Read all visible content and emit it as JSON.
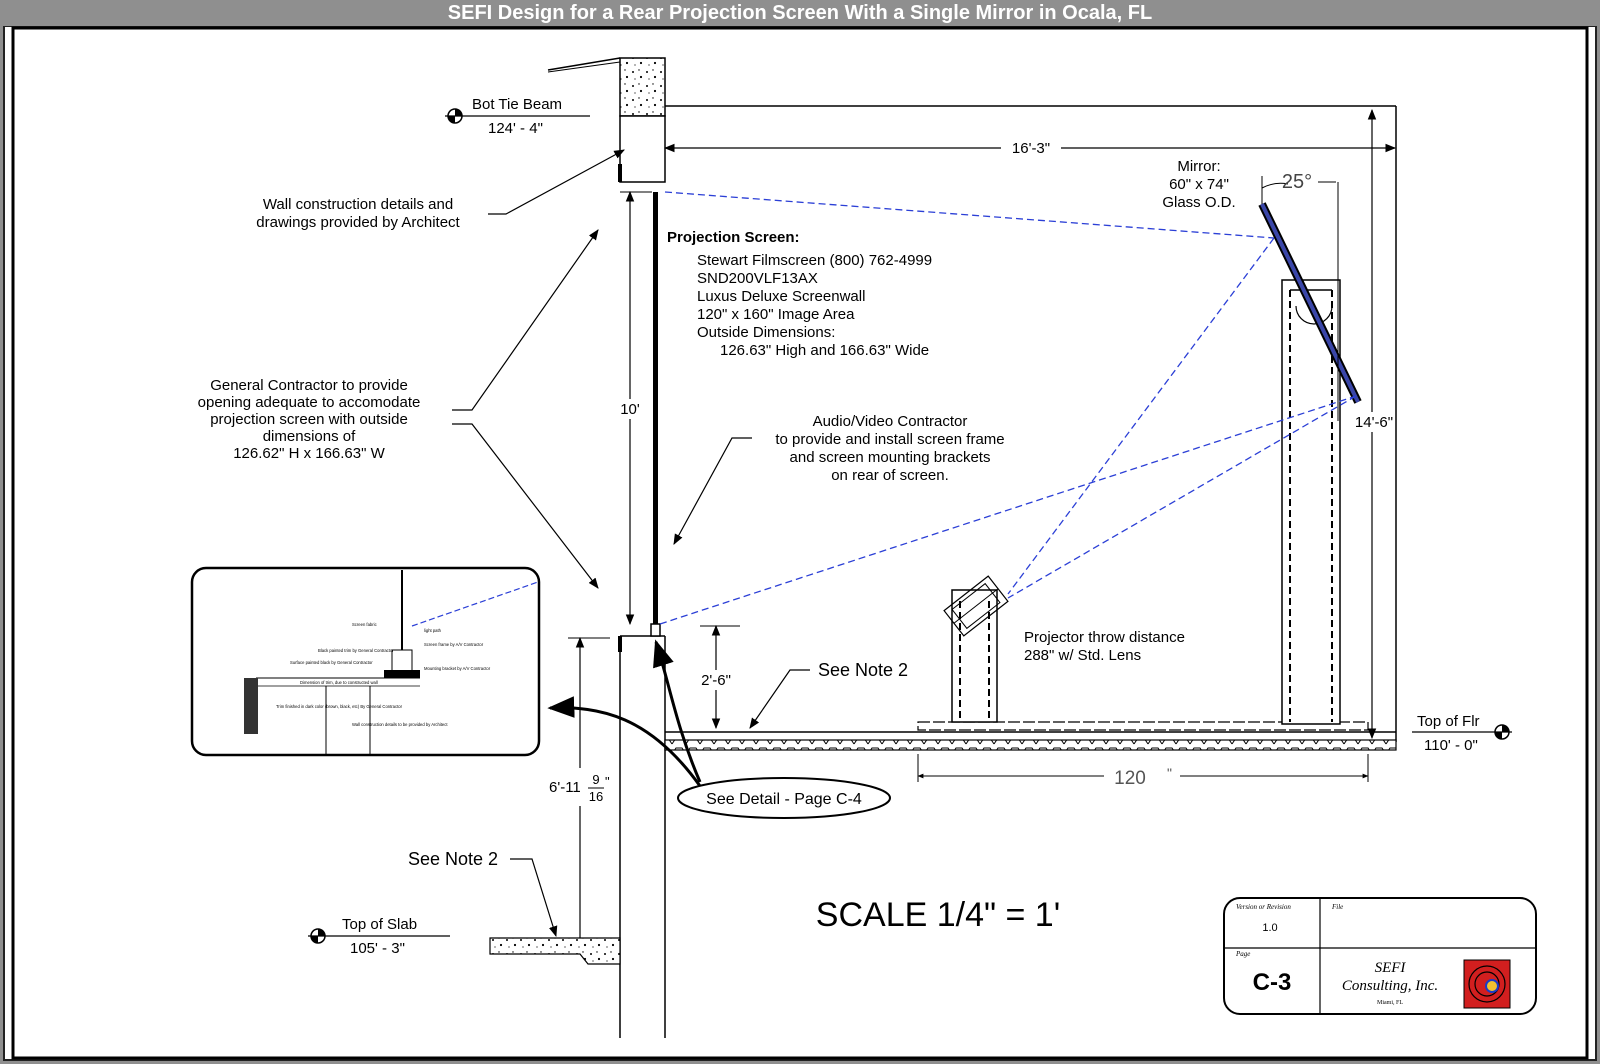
{
  "title": "SEFI Design for a Rear Projection Screen With a Single Mirror in Ocala, FL",
  "elevations": {
    "bot_tie_beam": {
      "label": "Bot Tie Beam",
      "value": "124' - 4\""
    },
    "top_of_flr": {
      "label": "Top of Flr",
      "value": "110' - 0\""
    },
    "top_of_slab": {
      "label": "Top of Slab",
      "value": "105' - 3\""
    }
  },
  "dimensions": {
    "width_top": "16'-3\"",
    "screen_height": "10'",
    "mirror_height": "14'-6\"",
    "screen_bottom": "2'-6\"",
    "floor_depth_main": "6'-11",
    "floor_depth_num": "9",
    "floor_depth_den": "16",
    "floor_depth_unit": "\"",
    "floor_width": "120",
    "floor_width_unit": "\"",
    "mirror_angle": "25°"
  },
  "notes": {
    "wall_construction": [
      "Wall construction details and",
      "drawings provided by Architect"
    ],
    "general_contractor": [
      "General Contractor to provide",
      "opening adequate to accomodate",
      "projection screen with outside",
      "dimensions of",
      "126.62\" H x 166.63\" W"
    ],
    "projection_screen_title": "Projection Screen:",
    "projection_screen": [
      "Stewart Filmscreen (800) 762-4999",
      "SND200VLF13AX",
      "Luxus Deluxe Screenwall",
      "120\" x 160\" Image Area",
      "Outside Dimensions:"
    ],
    "projection_screen_dims": "126.63\" High and 166.63\" Wide",
    "av_contractor": [
      "Audio/Video Contractor",
      "to provide and install screen frame",
      "and screen mounting brackets",
      "on rear of screen."
    ],
    "mirror": [
      "Mirror:",
      "60\" x 74\"",
      "Glass O.D."
    ],
    "projector_throw": [
      "Projector throw distance",
      "288\" w/ Std. Lens"
    ],
    "see_note_2": "See Note 2",
    "see_note_2_lower": "See Note 2",
    "see_detail": "See Detail - Page C-4",
    "scale": "SCALE 1/4\" = 1'"
  },
  "detail_inset": {
    "labels": [
      "Screen fabric",
      "light path",
      "Screen frame by A/V Contractor",
      "Black painted trim by General Contractor",
      "Surface painted black by General Contractor",
      "Mounting bracket by A/V Contractor",
      "Dimension of trim, due to constructed wall",
      "Trim finished in dark color (brown, black, etc) By General Contractor",
      "Wall construction details to be provided by Architect"
    ]
  },
  "title_block": {
    "version_label": "Version or Revision",
    "version": "1.0",
    "file_label": "File",
    "page_label": "Page",
    "page": "C-3",
    "company_line1": "SEFI",
    "company_line2": "Consulting, Inc.",
    "company_location": "Miami, FL"
  },
  "colors": {
    "frame": "#000000",
    "light_path": "#2b3fd6",
    "mirror": "#3a46a8",
    "logo": "#d21f1f",
    "title_bar": "#8f8f8f"
  }
}
